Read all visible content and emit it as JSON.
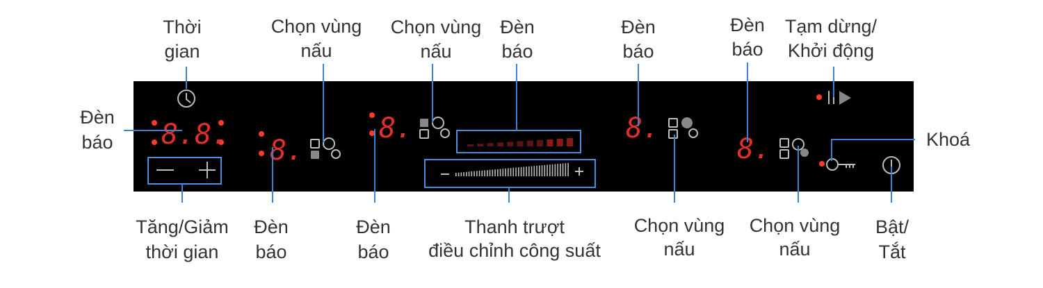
{
  "colors": {
    "panel": "#000000",
    "indicator": "#e0302a",
    "leader": "#3b82d0",
    "icon": "#bdbdbd",
    "label": "#333333"
  },
  "display": {
    "timer": "8.8.",
    "zone_digit": "8."
  },
  "labels": {
    "timer": [
      "Thời",
      "gian"
    ],
    "zone_select_1": [
      "Chọn vùng",
      "nấu"
    ],
    "zone_select_2": [
      "Chọn vùng",
      "nấu"
    ],
    "indicator_power": [
      "Đèn",
      "báo"
    ],
    "indicator_zone3": [
      "Đèn",
      "báo"
    ],
    "indicator_zone4": [
      "Đèn",
      "báo"
    ],
    "pause_start": [
      "Tạm dừng/",
      "Khởi động"
    ],
    "indicator_timer": [
      "Đèn",
      "báo"
    ],
    "lock": [
      "Khoá"
    ],
    "timer_adjust": [
      "Tăng/Giảm",
      "thời gian"
    ],
    "indicator_zone1": [
      "Đèn",
      "báo"
    ],
    "indicator_zone2": [
      "Đèn",
      "báo"
    ],
    "slider": [
      "Thanh trượt",
      "điều chỉnh công suất"
    ],
    "zone_select_3": [
      "Chọn vùng",
      "nấu"
    ],
    "zone_select_4": [
      "Chọn vùng",
      "nấu"
    ],
    "power": [
      "Bật/",
      "Tắt"
    ]
  },
  "icons": [
    "clock-icon",
    "minus-icon",
    "plus-icon",
    "pause-play-icon",
    "key-icon",
    "power-icon",
    "zone-selector-icon"
  ]
}
